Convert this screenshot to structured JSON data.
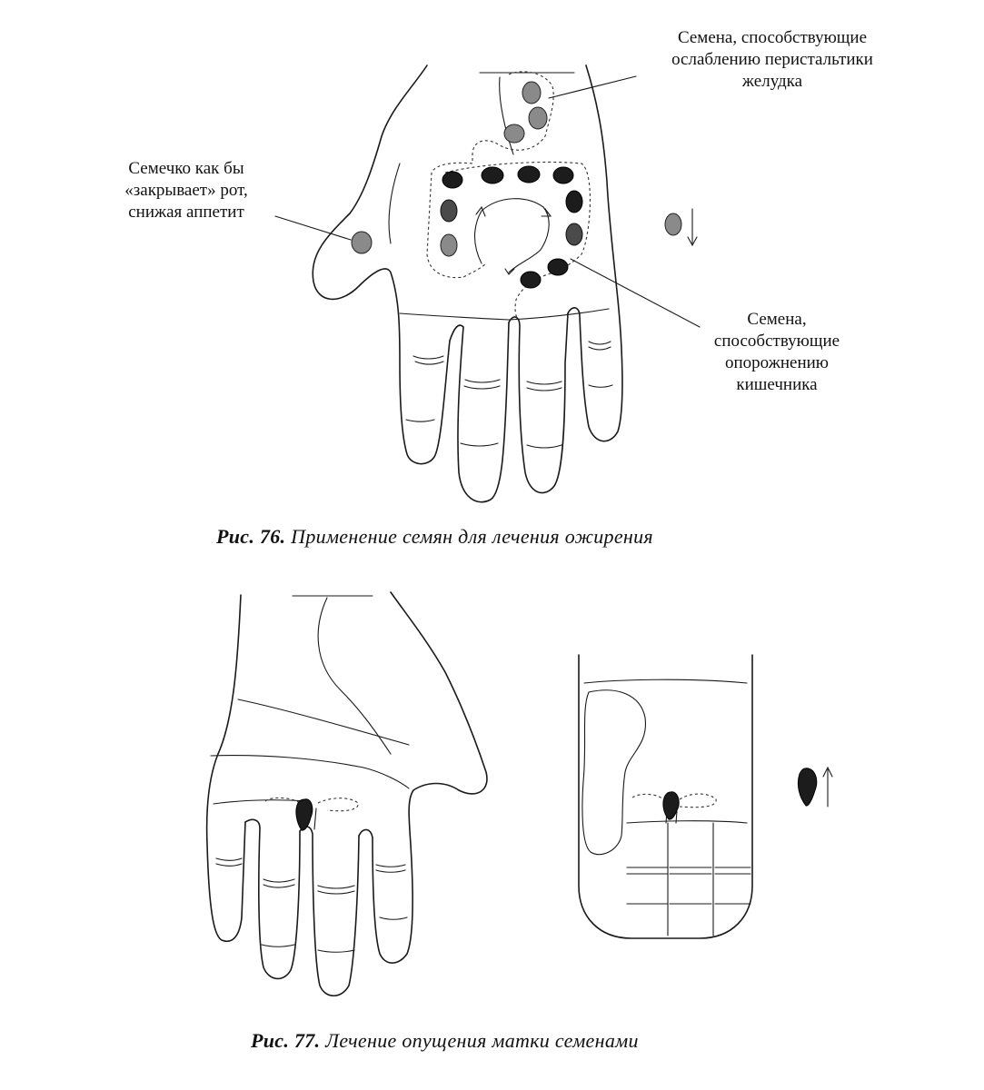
{
  "figure76": {
    "caption_prefix": "Рис. 76.",
    "caption_text": "Применение семян для лечения ожирения",
    "label_stomach": [
      "Семена, способствующие",
      "ослаблению перистальтики",
      "желудка"
    ],
    "label_mouth": [
      "Семечко как бы",
      "«закрывает» рот,",
      "снижая аппетит"
    ],
    "label_intestine": [
      "Семена,",
      "способствующие",
      "опорожнению",
      "кишечника"
    ],
    "legend_arrow_direction": "down"
  },
  "figure77": {
    "caption_prefix": "Рис. 77.",
    "caption_text": "Лечение опущения матки семенами",
    "legend_arrow_direction": "up"
  },
  "colors": {
    "ink": "#1a1a1a",
    "seed_dark": "#1c1c1c",
    "seed_gray": "#8a8a8a",
    "paper": "#ffffff"
  }
}
